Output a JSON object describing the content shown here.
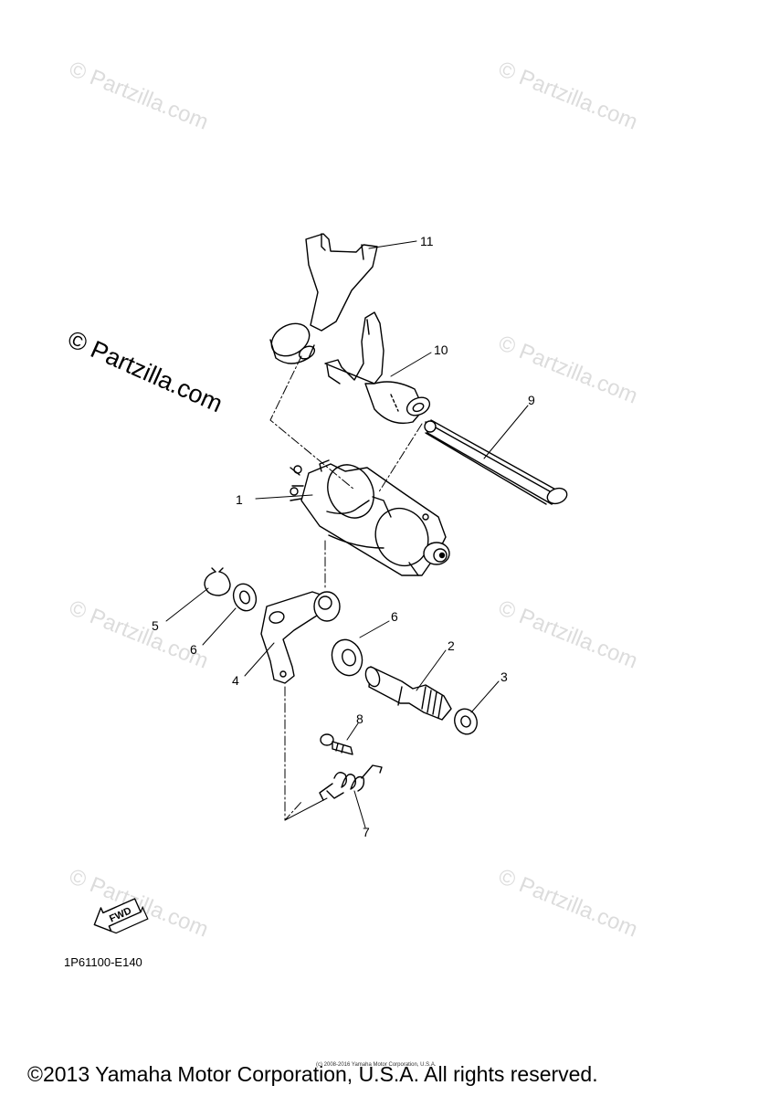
{
  "watermark": {
    "text": "© Partzilla.com"
  },
  "watermark_main": {
    "text": "© Partzilla.com"
  },
  "callouts": [
    "11",
    "10",
    "9",
    "1",
    "5",
    "6",
    "4",
    "6",
    "2",
    "3",
    "8",
    "7"
  ],
  "fwd_badge": {
    "text": "FWD"
  },
  "part_code": "1P61100-E140",
  "copyright": "©2013 Yamaha Motor Corporation, U.S.A. All rights reserved.",
  "tiny_notice": "(c) 2008-2016 Yamaha Motor Corporation, U.S.A."
}
